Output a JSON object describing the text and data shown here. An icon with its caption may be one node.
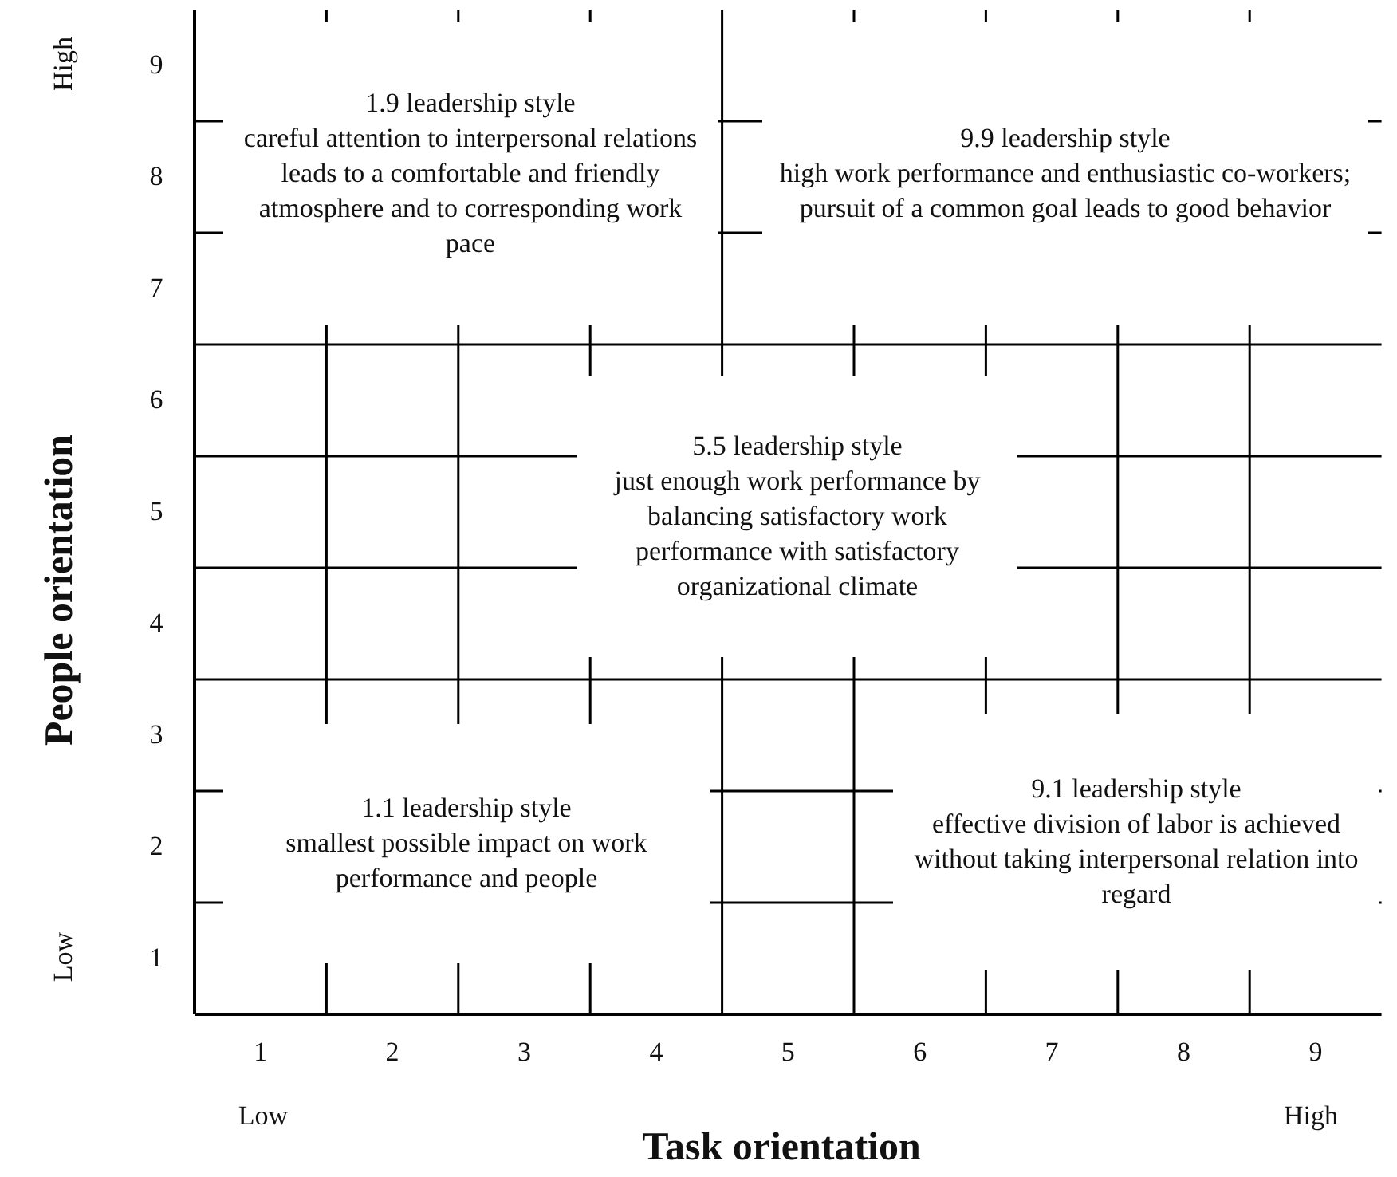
{
  "diagram": {
    "nodes": [
      {
        "text": [
          "1.9 leadership style",
          "careful attention to interpersonal relations leads to a comfortable and friendly atmosphere and to corresponding work pace"
        ]
      },
      {
        "text": [
          "9.9 leadership style",
          "high work performance and enthusiastic co-workers; pursuit of a common goal leads to good behavior"
        ]
      },
      {
        "text": [
          "5.5 leadership style",
          "just enough work performance by balancing satisfactory work performance with satisfactory organizational climate"
        ]
      },
      {
        "text": [
          "1.1 leadership style",
          "smallest possible impact on work performance and people"
        ]
      },
      {
        "text": [
          "9.1 leadership style",
          "effective division of labor is achieved without taking interpersonal relation into regard"
        ]
      }
    ],
    "labels": [
      "High",
      "9",
      "8",
      "7",
      "6",
      "People orientation",
      "5",
      "4",
      "3",
      "2",
      "Low",
      "1",
      "1",
      "2",
      "3",
      "4",
      "5",
      "6",
      "7",
      "8",
      "9",
      "Low",
      "High",
      "Task orientation"
    ]
  }
}
